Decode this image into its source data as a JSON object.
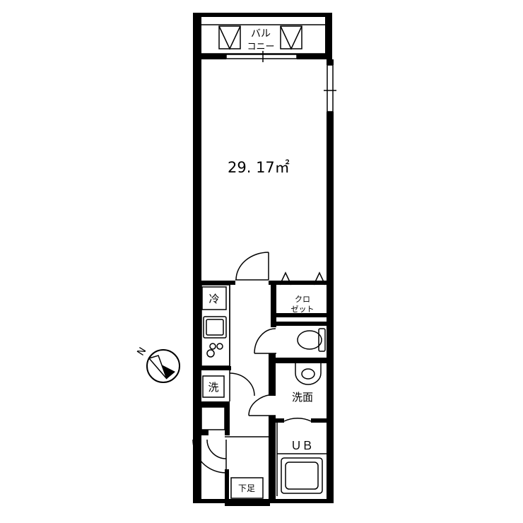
{
  "plan": {
    "balcony_line1": "バル",
    "balcony_line2": "コニー",
    "area": "29. 17㎡",
    "closet_line1": "クロ",
    "closet_line2": "ゼット",
    "fridge": "冷",
    "washer": "洗",
    "washroom": "洗面",
    "unit_bath": "ＵＢ",
    "shoe_box": "下足"
  },
  "compass": {
    "north_label": "N"
  },
  "colors": {
    "walls": "#000000",
    "background": "#ffffff"
  }
}
